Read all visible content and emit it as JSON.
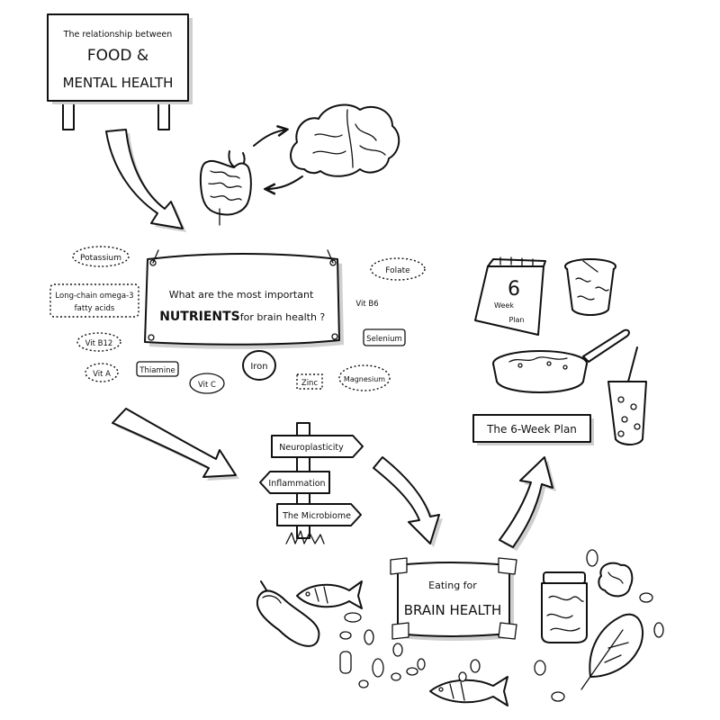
{
  "sign": {
    "line1": "The relationship between",
    "line2": "FOOD &",
    "line3": "MENTAL HEALTH"
  },
  "nutrients_banner": {
    "line1": "What are the most important",
    "line2_bold": "NUTRIENTS",
    "line2_rest": "for brain health ?"
  },
  "nutrients": {
    "potassium": "Potassium",
    "omega1": "Long-chain omega-3",
    "omega2": "fatty acids",
    "vit_b12": "Vit B12",
    "vit_a": "Vit A",
    "thiamine": "Thiamine",
    "vit_c": "Vit C",
    "iron": "Iron",
    "zinc": "Zinc",
    "magnesium": "Magnesium",
    "selenium": "Selenium",
    "vit_b6": "Vit B6",
    "folate": "Folate"
  },
  "signpost": {
    "sign1": "Neuroplasticity",
    "sign2": "Inflammation",
    "sign3": "The Microbiome"
  },
  "calendar": {
    "number": "6",
    "week": "Week",
    "plan": "Plan"
  },
  "plan_label": "The 6-Week Plan",
  "eating": {
    "line1": "Eating for",
    "line2": "BRAIN HEALTH"
  }
}
